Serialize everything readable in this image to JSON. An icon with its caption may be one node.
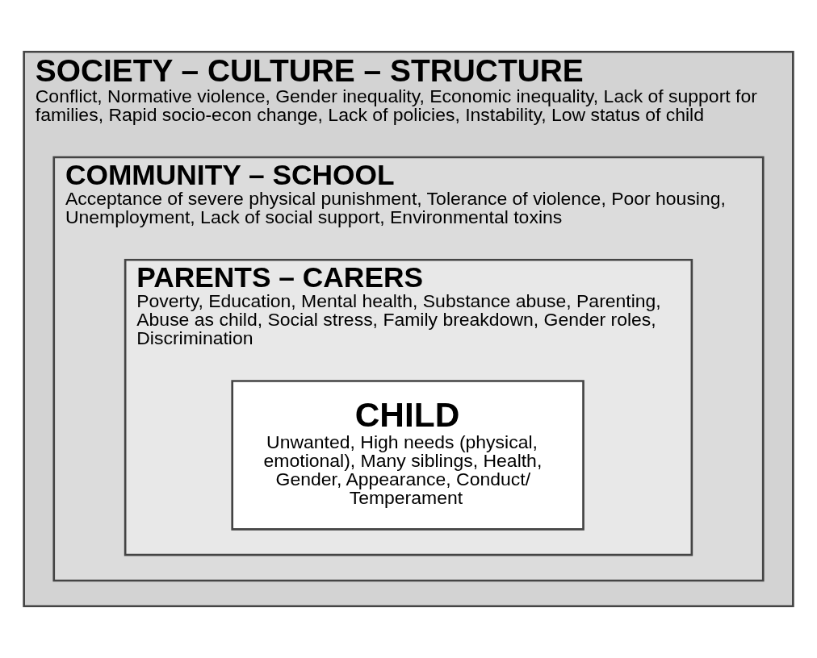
{
  "diagram": {
    "nodes": [
      {
        "text": [
          "SOCIETY – CULTURE – STRUCTURE",
          "Conflict, Normative violence, Gender inequality, Economic inequality, Lack of support for families, Rapid socio-econ change, Lack of policies, Instability, Low status of child"
        ]
      },
      {
        "text": [
          "COMMUNITY – SCHOOL",
          "Acceptance of severe physical punishment, Tolerance of violence, Poor housing, Unemployment, Lack of social support, Environmental toxins"
        ],
        "in": 0
      },
      {
        "text": [
          "PARENTS – CARERS",
          "Poverty, Education, Mental health, Substance abuse, Parenting, Abuse as child, Social stress, Family breakdown, Gender roles, Discrimination"
        ],
        "in": 1
      },
      {
        "text": [
          "CHILD",
          "Unwanted, High needs (physical, emotional), Many siblings, Health, Gender, Appearance, Conduct/ Temperament"
        ],
        "in": 2
      }
    ]
  }
}
